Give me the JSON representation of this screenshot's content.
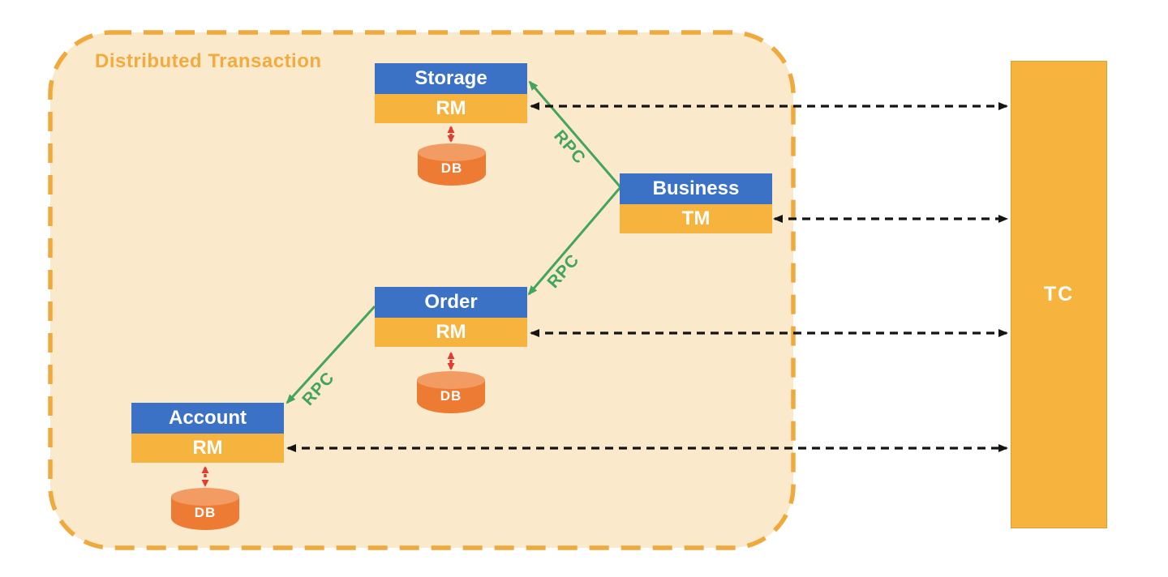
{
  "title": "Distributed Transaction",
  "nodes": {
    "storage": {
      "name": "Storage",
      "role": "RM",
      "db": "DB"
    },
    "business": {
      "name": "Business",
      "role": "TM"
    },
    "order": {
      "name": "Order",
      "role": "RM",
      "db": "DB"
    },
    "account": {
      "name": "Account",
      "role": "RM",
      "db": "DB"
    }
  },
  "tc": {
    "label": "TC"
  },
  "rpc_labels": {
    "business_storage": "RPC",
    "business_order": "RPC",
    "order_account": "RPC"
  },
  "colors": {
    "service_header_blue": "#3B72C6",
    "service_role_orange": "#F6B33D",
    "tc_orange": "#F6B33D",
    "db_orange": "#EE7B33",
    "db_top_orange": "#F29B63",
    "boundary_fill": "#FAE9CB",
    "boundary_stroke": "#EFA93C",
    "title_orange": "#F2AB3F",
    "rpc_green": "#43A45D",
    "link_black": "#141414",
    "db_link_red": "#E23B30"
  }
}
